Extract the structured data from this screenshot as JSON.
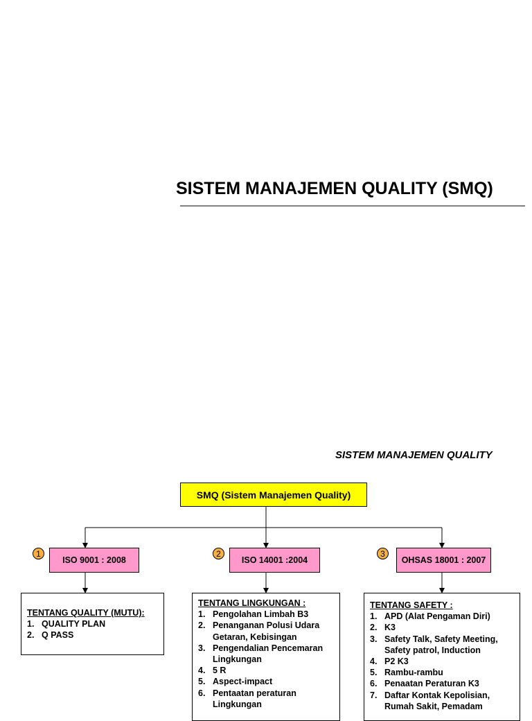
{
  "title": "SISTEM MANAJEMEN QUALITY (SMQ)",
  "subtitle": "SISTEM MANAJEMEN QUALITY",
  "root": "SMQ (Sistem Manajemen Quality)",
  "branches": [
    {
      "number": "1",
      "standard": "ISO 9001 : 2008",
      "heading": "TENTANG QUALITY (MUTU):",
      "items": [
        "QUALITY PLAN",
        "Q PASS"
      ]
    },
    {
      "number": "2",
      "standard": "ISO 14001 :2004",
      "heading": "TENTANG LINGKUNGAN :",
      "items": [
        "Pengolahan Limbah B3",
        "Penanganan Polusi Udara Getaran, Kebisingan",
        "Pengendalian Pencemaran Lingkungan",
        "5 R",
        "Aspect-impact",
        "Pentaatan peraturan Lingkungan"
      ]
    },
    {
      "number": "3",
      "standard": "OHSAS 18001 : 2007",
      "heading": "TENTANG SAFETY :",
      "items": [
        "APD (Alat Pengaman Diri)",
        "K3",
        "Safety Talk, Safety Meeting, Safety patrol, Induction",
        "P2 K3",
        "Rambu-rambu",
        "Penaatan Peraturan K3",
        "Daftar Kontak Kepolisian, Rumah Sakit, Pemadam"
      ]
    }
  ]
}
